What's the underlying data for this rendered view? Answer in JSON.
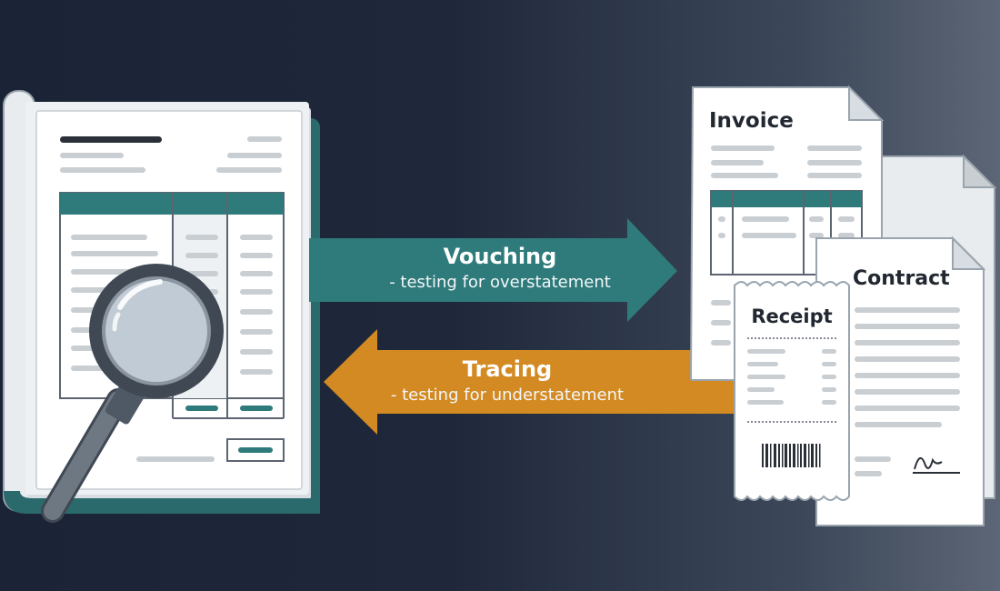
{
  "arrows": {
    "vouching": {
      "title": "Vouching",
      "subtitle": "- testing for overstatement"
    },
    "tracing": {
      "title": "Tracing",
      "subtitle": "- testing for understatement"
    }
  },
  "documents": {
    "invoice": "Invoice",
    "receipt": "Receipt",
    "contract": "Contract"
  },
  "icons": [
    "ledger-icon",
    "magnifying-glass-icon",
    "invoice-icon",
    "receipt-icon",
    "contract-icon",
    "barcode-icon",
    "signature-icon"
  ],
  "colors": {
    "teal": "#2f7b7b",
    "orange": "#d38a22",
    "background_dark": "#1b2436",
    "background_light": "#5c6676"
  }
}
